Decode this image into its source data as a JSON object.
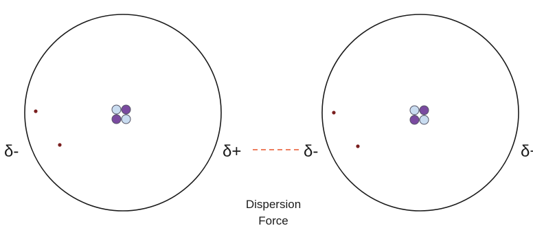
{
  "atoms": [
    {
      "left_charge": "δ-",
      "right_charge": "δ+",
      "nucleus": {
        "proton_color": "#7a4aa0",
        "neutron_color": "#c9dcf0"
      },
      "electron_color": "#7a1f1f"
    },
    {
      "left_charge": "δ-",
      "right_charge": "δ+",
      "nucleus": {
        "proton_color": "#7a4aa0",
        "neutron_color": "#c9dcf0"
      },
      "electron_color": "#7a1f1f"
    }
  ],
  "dispersion": {
    "caption": [
      "Dispersion",
      "Force"
    ],
    "line_color": "#e8542a"
  }
}
